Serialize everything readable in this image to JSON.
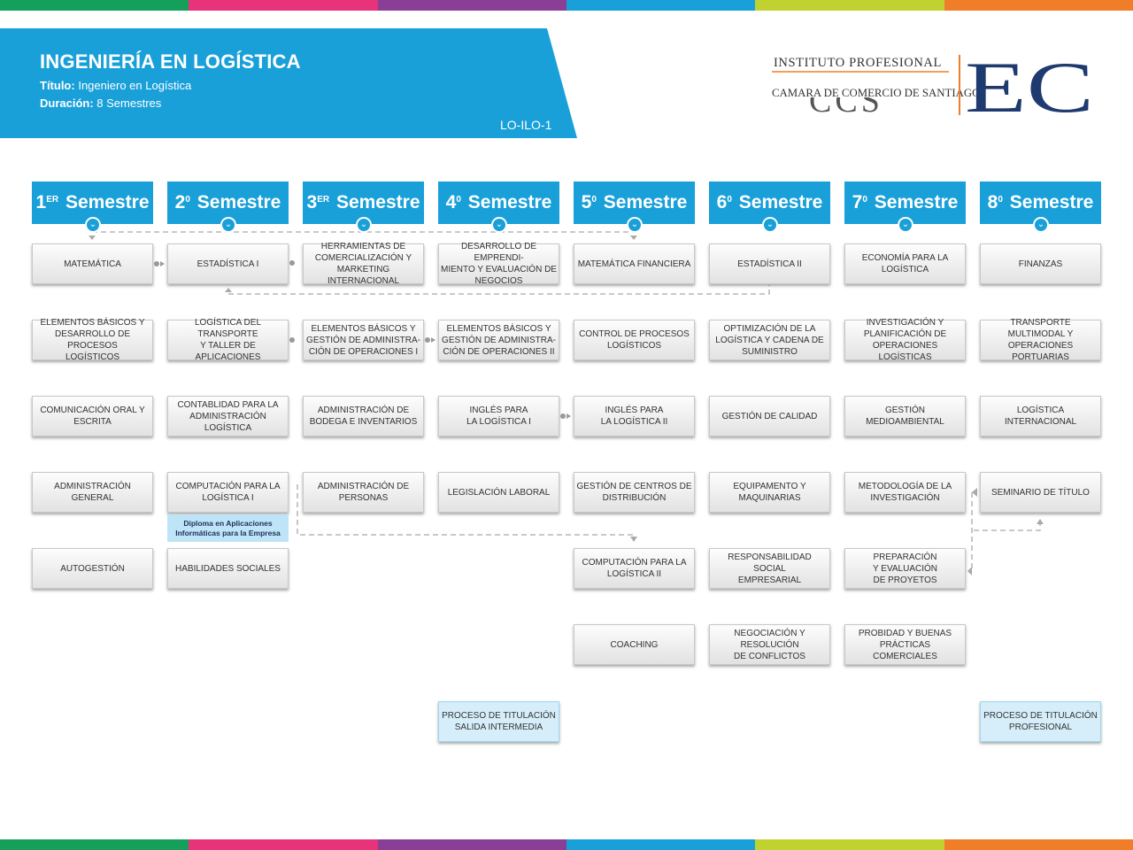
{
  "colors": {
    "stripes": [
      "#14a05a",
      "#e6337a",
      "#8a3f97",
      "#1aa0d9",
      "#bfd230",
      "#f07d28"
    ],
    "header_blue": "#1aa0d9",
    "logo_navy": "#1f3a6e"
  },
  "header": {
    "title": "INGENIERÍA EN LOGÍSTICA",
    "titulo_label": "Título:",
    "titulo_value": "Ingeniero en Logística",
    "duracion_label": "Duración:",
    "duracion_value": "8 Semestres",
    "code": "LO-ILO-1"
  },
  "logo": {
    "line1": "INSTITUTO PROFESIONAL",
    "line2": "CAMARA DE COMERCIO DE SANTIAGO",
    "mark_small": "CCS",
    "mark_big": "EC"
  },
  "semesters": [
    {
      "num": "1",
      "sup": "ER",
      "label": "Semestre"
    },
    {
      "num": "2",
      "sup": "0",
      "label": "Semestre"
    },
    {
      "num": "3",
      "sup": "ER",
      "label": "Semestre"
    },
    {
      "num": "4",
      "sup": "0",
      "label": "Semestre"
    },
    {
      "num": "5",
      "sup": "0",
      "label": "Semestre"
    },
    {
      "num": "6",
      "sup": "0",
      "label": "Semestre"
    },
    {
      "num": "7",
      "sup": "0",
      "label": "Semestre"
    },
    {
      "num": "8",
      "sup": "0",
      "label": "Semestre"
    }
  ],
  "courses": {
    "c1r1": "MATEMÁTICA",
    "c1r2": "ELEMENTOS BÁSICOS Y\nDESARROLLO DE PROCESOS\nLOGÍSTICOS",
    "c1r3": "COMUNICACIÓN ORAL Y\nESCRITA",
    "c1r4": "ADMINISTRACIÓN GENERAL",
    "c1r5": "AUTOGESTIÓN",
    "c2r1": "ESTADÍSTICA I",
    "c2r2": "LOGÍSTICA DEL TRANSPORTE\nY TALLER DE APLICACIONES",
    "c2r3": "CONTABLIDAD PARA LA\nADMINISTRACIÓN LOGÍSTICA",
    "c2r4": "COMPUTACIÓN  PARA LA\nLOGÍSTICA I",
    "c2r5": "HABILIDADES SOCIALES",
    "c2note": "Diploma en Aplicaciones\nInformáticas para la Empresa",
    "c3r1": "HERRAMIENTAS DE\nCOMERCIALIZACIÓN Y\nMARKETING INTERNACIONAL",
    "c3r2": "ELEMENTOS BÁSICOS Y\nGESTIÓN DE ADMINISTRA-\nCIÓN DE OPERACIONES  I",
    "c3r3": "ADMINISTRACIÓN DE\nBODEGA E INVENTARIOS",
    "c3r4": "ADMINISTRACIÓN DE\nPERSONAS",
    "c4r1": "DESARROLLO DE EMPRENDI-\nMIENTO Y EVALUACIÓN DE\nNEGOCIOS",
    "c4r2": "ELEMENTOS BÁSICOS Y\nGESTIÓN DE ADMINISTRA-\nCIÓN DE OPERACIONES  II",
    "c4r3": "INGLÉS  PARA\nLA  LOGÍSTICA I",
    "c4r4": "LEGISLACIÓN LABORAL",
    "c4r7": "PROCESO DE TITULACIÓN\nSALIDA INTERMEDIA",
    "c5r1": "MATEMÁTICA FINANCIERA",
    "c5r2": "CONTROL DE PROCESOS\nLOGÍSTICOS",
    "c5r3": "INGLÉS PARA\nLA LOGÍSTICA  II",
    "c5r4": "GESTIÓN DE CENTROS DE\nDISTRIBUCIÓN",
    "c5r5": "COMPUTACIÓN  PARA LA\nLOGÍSTICA II",
    "c5r6": "COACHING",
    "c6r1": "ESTADÍSTICA II",
    "c6r2": "OPTIMIZACIÓN DE LA\nLOGÍSTICA Y CADENA DE\nSUMINISTRO",
    "c6r3": "GESTIÓN DE CALIDAD",
    "c6r4": "EQUIPAMENTO Y\nMAQUINARIAS",
    "c6r5": "RESPONSABILIDAD SOCIAL\nEMPRESARIAL",
    "c6r6": "NEGOCIACIÓN Y RESOLUCIÓN\nDE CONFLICTOS",
    "c7r1": "ECONOMÍA PARA LA\nLOGÍSTICA",
    "c7r2": "INVESTIGACIÓN Y\nPLANIFICACIÓN DE\nOPERACIONES LOGÍSTICAS",
    "c7r3": "GESTIÓN MEDIOAMBIENTAL",
    "c7r4": "METODOLOGÍA DE LA\nINVESTIGACIÓN",
    "c7r5": "PREPARACIÓN\nY EVALUACIÓN\nDE PROYETOS",
    "c7r6": "PROBIDAD Y BUENAS\nPRÁCTICAS COMERCIALES",
    "c8r1": "FINANZAS",
    "c8r2": "TRANSPORTE MULTIMODAL Y\nOPERACIONES PORTUARIAS",
    "c8r3": "LOGÍSTICA INTERNACIONAL",
    "c8r4": "SEMINARIO DE TÍTULO",
    "c8r7": "PROCESO DE TITULACIÓN\nPROFESIONAL"
  }
}
